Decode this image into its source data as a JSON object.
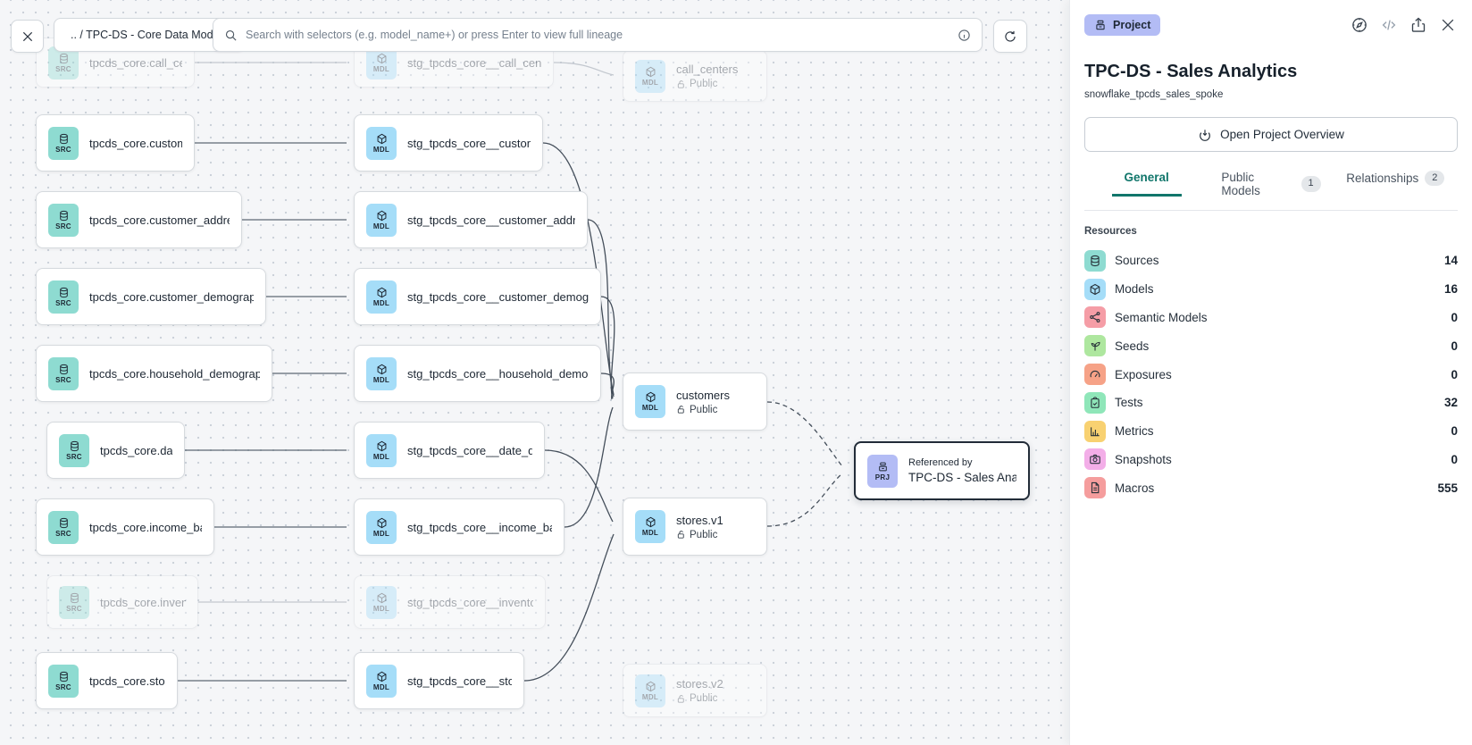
{
  "topbar": {
    "breadcrumb": ".. / TPC-DS - Core Data Models",
    "search_placeholder": "Search with selectors (e.g. model_name+) or press Enter to view full lineage"
  },
  "colors": {
    "src": "#8edbd1",
    "mdl": "#a5ddf8",
    "prj": "#b3bcf5",
    "project_badge": "#b3bcf5",
    "active_tab": "#11766b",
    "sources": "#8edbd1",
    "models": "#a5ddf8",
    "semantic_models": "#f59da6",
    "seeds": "#aee79f",
    "exposures": "#f6a287",
    "tests": "#8fe6b9",
    "metrics": "#f8d171",
    "snapshots": "#f3aee8",
    "macros": "#f59d9d"
  },
  "canvas": {
    "badge_src": "SRC",
    "badge_mdl": "MDL",
    "badge_prj": "PRJ",
    "public_label": "Public",
    "sources": [
      {
        "label": "tpcds_core.call_center"
      },
      {
        "label": "tpcds_core.customer"
      },
      {
        "label": "tpcds_core.customer_address"
      },
      {
        "label": "tpcds_core.customer_demographics"
      },
      {
        "label": "tpcds_core.household_demographics"
      },
      {
        "label": "tpcds_core.date_dim"
      },
      {
        "label": "tpcds_core.income_band"
      },
      {
        "label": "tpcds_core.inventory"
      },
      {
        "label": "tpcds_core.store"
      }
    ],
    "models": [
      {
        "label": "stg_tpcds_core__call_center"
      },
      {
        "label": "stg_tpcds_core__customer"
      },
      {
        "label": "stg_tpcds_core__customer_address"
      },
      {
        "label": "stg_tpcds_core__customer_demogra…"
      },
      {
        "label": "stg_tpcds_core__household_demogr…"
      },
      {
        "label": "stg_tpcds_core__date_dim"
      },
      {
        "label": "stg_tpcds_core__income_band"
      },
      {
        "label": "stg_tpcds_core__inventory"
      },
      {
        "label": "stg_tpcds_core__store"
      }
    ],
    "public_models": [
      {
        "name": "call_centers"
      },
      {
        "name": "customers"
      },
      {
        "name": "stores.v1"
      },
      {
        "name": "stores.v2"
      }
    ],
    "project_node": {
      "kicker": "Referenced by",
      "name": "TPC-DS - Sales Analytics"
    }
  },
  "panel": {
    "badge": "Project",
    "title": "TPC-DS - Sales Analytics",
    "subtitle": "snowflake_tpcds_sales_spoke",
    "overview_button": "Open Project Overview",
    "tabs": [
      {
        "label": "General"
      },
      {
        "label": "Public Models",
        "badge": "1"
      },
      {
        "label": "Relationships",
        "badge": "2"
      }
    ],
    "resources_heading": "Resources",
    "resources": [
      {
        "label": "Sources",
        "count": "14"
      },
      {
        "label": "Models",
        "count": "16"
      },
      {
        "label": "Semantic Models",
        "count": "0"
      },
      {
        "label": "Seeds",
        "count": "0"
      },
      {
        "label": "Exposures",
        "count": "0"
      },
      {
        "label": "Tests",
        "count": "32"
      },
      {
        "label": "Metrics",
        "count": "0"
      },
      {
        "label": "Snapshots",
        "count": "0"
      },
      {
        "label": "Macros",
        "count": "555"
      }
    ]
  }
}
